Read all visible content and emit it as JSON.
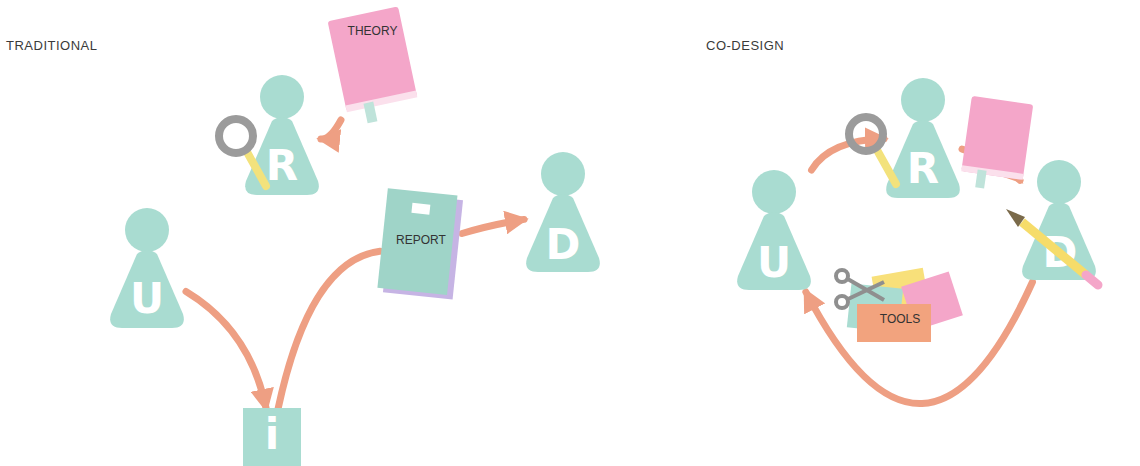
{
  "diagram": {
    "nodes": [
      {
        "text": [
          "THEORY"
        ]
      },
      {
        "text": [
          "R"
        ]
      },
      {
        "text": [
          "REPORT"
        ]
      },
      {
        "text": [
          "D"
        ]
      },
      {
        "text": [
          "U"
        ]
      },
      {
        "text": [
          "i"
        ]
      },
      {
        "text": [
          "R"
        ]
      },
      {
        "text": [
          "D"
        ]
      },
      {
        "text": [
          "U"
        ]
      },
      {
        "text": [
          "TOOLS"
        ]
      }
    ],
    "edges": [
      {
        "from": 0,
        "to": 1,
        "arrow": "to"
      },
      {
        "from": 4,
        "to": 5,
        "arrow": "to"
      },
      {
        "from": 5,
        "to": 2,
        "arrow": "none"
      },
      {
        "from": 2,
        "to": 3,
        "arrow": "to"
      },
      {
        "from": 8,
        "to": 6,
        "arrow": "to"
      },
      {
        "from": 6,
        "to": 7,
        "arrow": "to"
      },
      {
        "from": 7,
        "to": 8,
        "arrow": "to"
      }
    ],
    "labels": [
      "TRADITIONAL",
      "CO-DESIGN"
    ]
  }
}
